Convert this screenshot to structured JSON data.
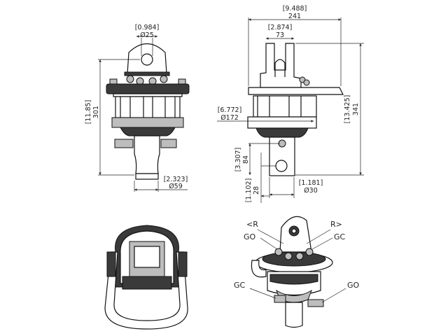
{
  "front_view": {
    "pin_dia": {
      "inch": "[0.984]",
      "mm": "Ø25"
    },
    "height": {
      "inch": "[11.85]",
      "mm": "301"
    },
    "shaft_dia": {
      "inch": "[2.323]",
      "mm": "Ø59"
    }
  },
  "side_view": {
    "width": {
      "inch": "[9.488]",
      "mm": "241"
    },
    "lug_width": {
      "inch": "[2.874]",
      "mm": "73"
    },
    "height": {
      "inch": "[13.425]",
      "mm": "341"
    },
    "body_dia": {
      "inch": "[6.772]",
      "mm": "Ø172"
    },
    "shaft_len": {
      "inch": "[3.307]",
      "mm": "84"
    },
    "hole_offset": {
      "inch": "[1.102]",
      "mm": "28"
    },
    "hole_dia": {
      "inch": "[1.181]",
      "mm": "Ø30"
    }
  },
  "iso_view": {
    "labels": {
      "rotate_left": "<R",
      "rotate_right": "R>",
      "go_left": "GO",
      "gc_right": "GC",
      "gc_bottom_left": "GC",
      "go_bottom_right": "GO"
    }
  }
}
